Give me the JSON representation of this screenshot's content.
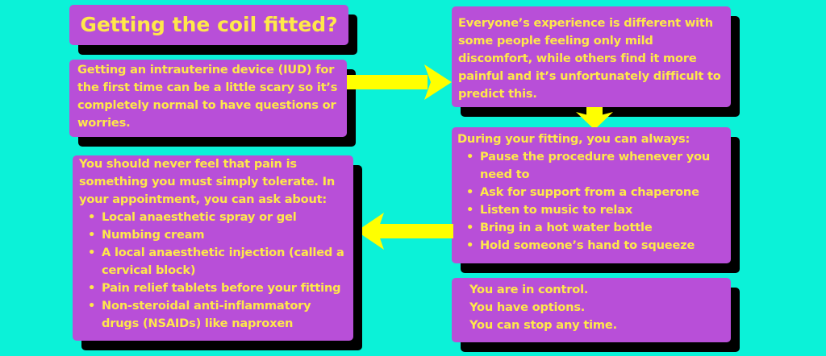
{
  "title": "Getting the coil fitted?",
  "intro": "Getting an intrauterine device (IUD) for the first time can be a little scary so it’s completely normal to have questions or worries.",
  "experience": "Everyone’s experience is different with some people feeling only mild discomfort, while others find it more painful and it’s unfortunately difficult to predict this.",
  "during": {
    "heading": "During your fitting, you can always:",
    "items": [
      "Pause the procedure whenever you need to",
      "Ask for support from a chaperone",
      "Listen to music to relax",
      "Bring in a hot water bottle",
      "Hold someone’s hand to squeeze"
    ]
  },
  "pain": {
    "heading": "You should never feel that pain is something you must simply tolerate. In your appointment, you can ask about:",
    "items": [
      "Local anaesthetic spray or gel",
      "Numbing cream",
      "A local anaesthetic injection (called a cervical block)",
      "Pain relief tablets before your fitting",
      "Non-steroidal anti-inflammatory drugs (NSAIDs) like naproxen"
    ]
  },
  "control": [
    "You are in control.",
    "You have options.",
    "You can stop any time."
  ],
  "colors": {
    "background": "#0bf2d8",
    "box": "#b84fd8",
    "text": "#ffe84a",
    "arrow": "#ffff00"
  }
}
